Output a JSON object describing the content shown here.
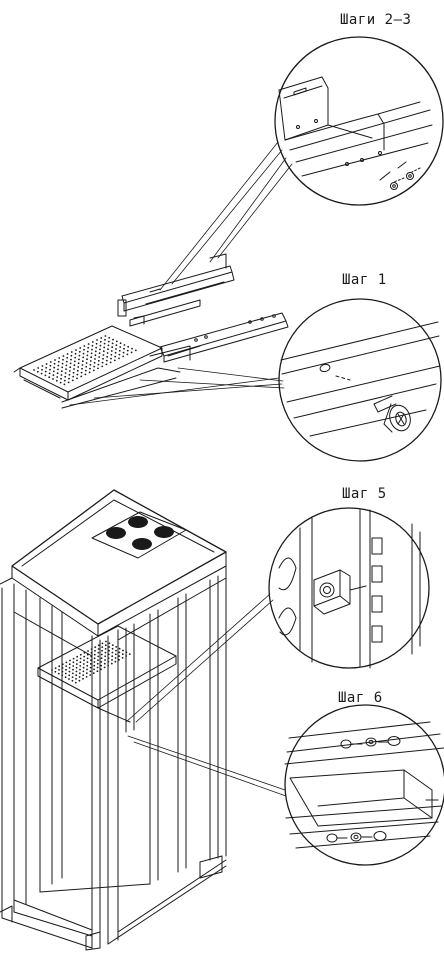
{
  "steps": {
    "steps_2_3": "Шаги 2–3",
    "step_1": "Шаг 1",
    "step_5": "Шаг 5",
    "step_6": "Шаг 6"
  },
  "colors": {
    "line": "#1a1a1a",
    "background": "#ffffff"
  }
}
